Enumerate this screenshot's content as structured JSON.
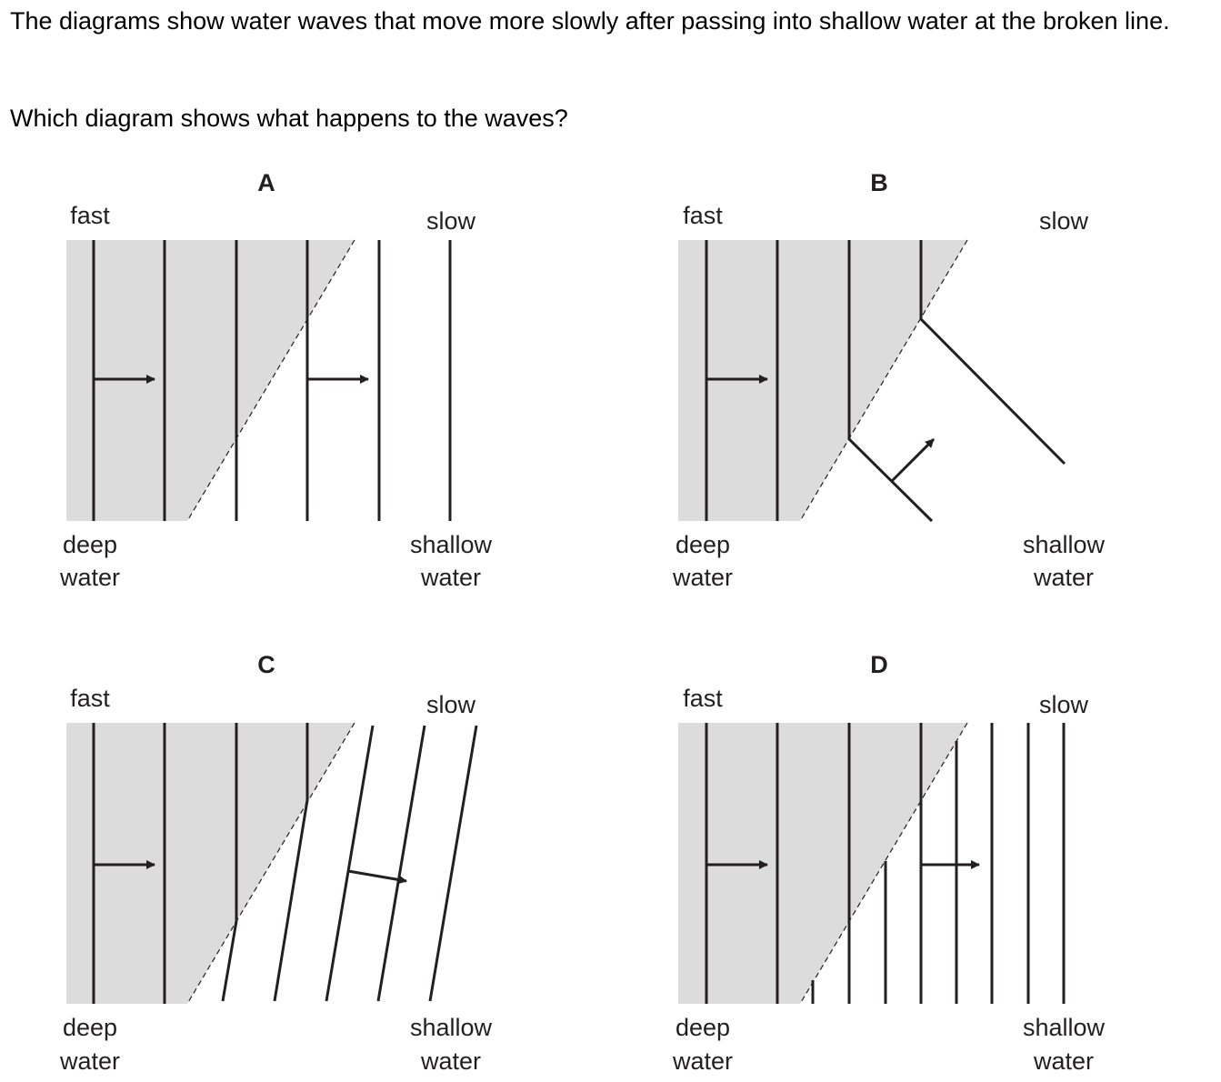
{
  "question": {
    "line1": "The diagrams show water waves that move more slowly after passing into shallow water at the broken line.",
    "line2": "Which diagram shows what happens to the waves?"
  },
  "labels": {
    "fast": "fast",
    "slow": "slow",
    "deep_line1": "deep",
    "deep_line2": "water",
    "shallow_line1": "shallow",
    "shallow_line2": "water"
  },
  "colors": {
    "deep_fill": "#dcdcdc",
    "line": "#231f20"
  },
  "diagrams": [
    {
      "id": "A",
      "title": "A",
      "description": "Wavefronts stay parallel and equally spaced after crossing into shallow water; direction unchanged."
    },
    {
      "id": "B",
      "title": "B",
      "description": "Wavefronts bend sharply at the boundary and travel away at a large angle (reflection-like)."
    },
    {
      "id": "C",
      "title": "C",
      "description": "Wavefronts bend slightly at the boundary; wavelength reduced and direction changes (refraction)."
    },
    {
      "id": "D",
      "title": "D",
      "description": "Wavefronts stay parallel but become closer together after the boundary; direction unchanged."
    }
  ]
}
